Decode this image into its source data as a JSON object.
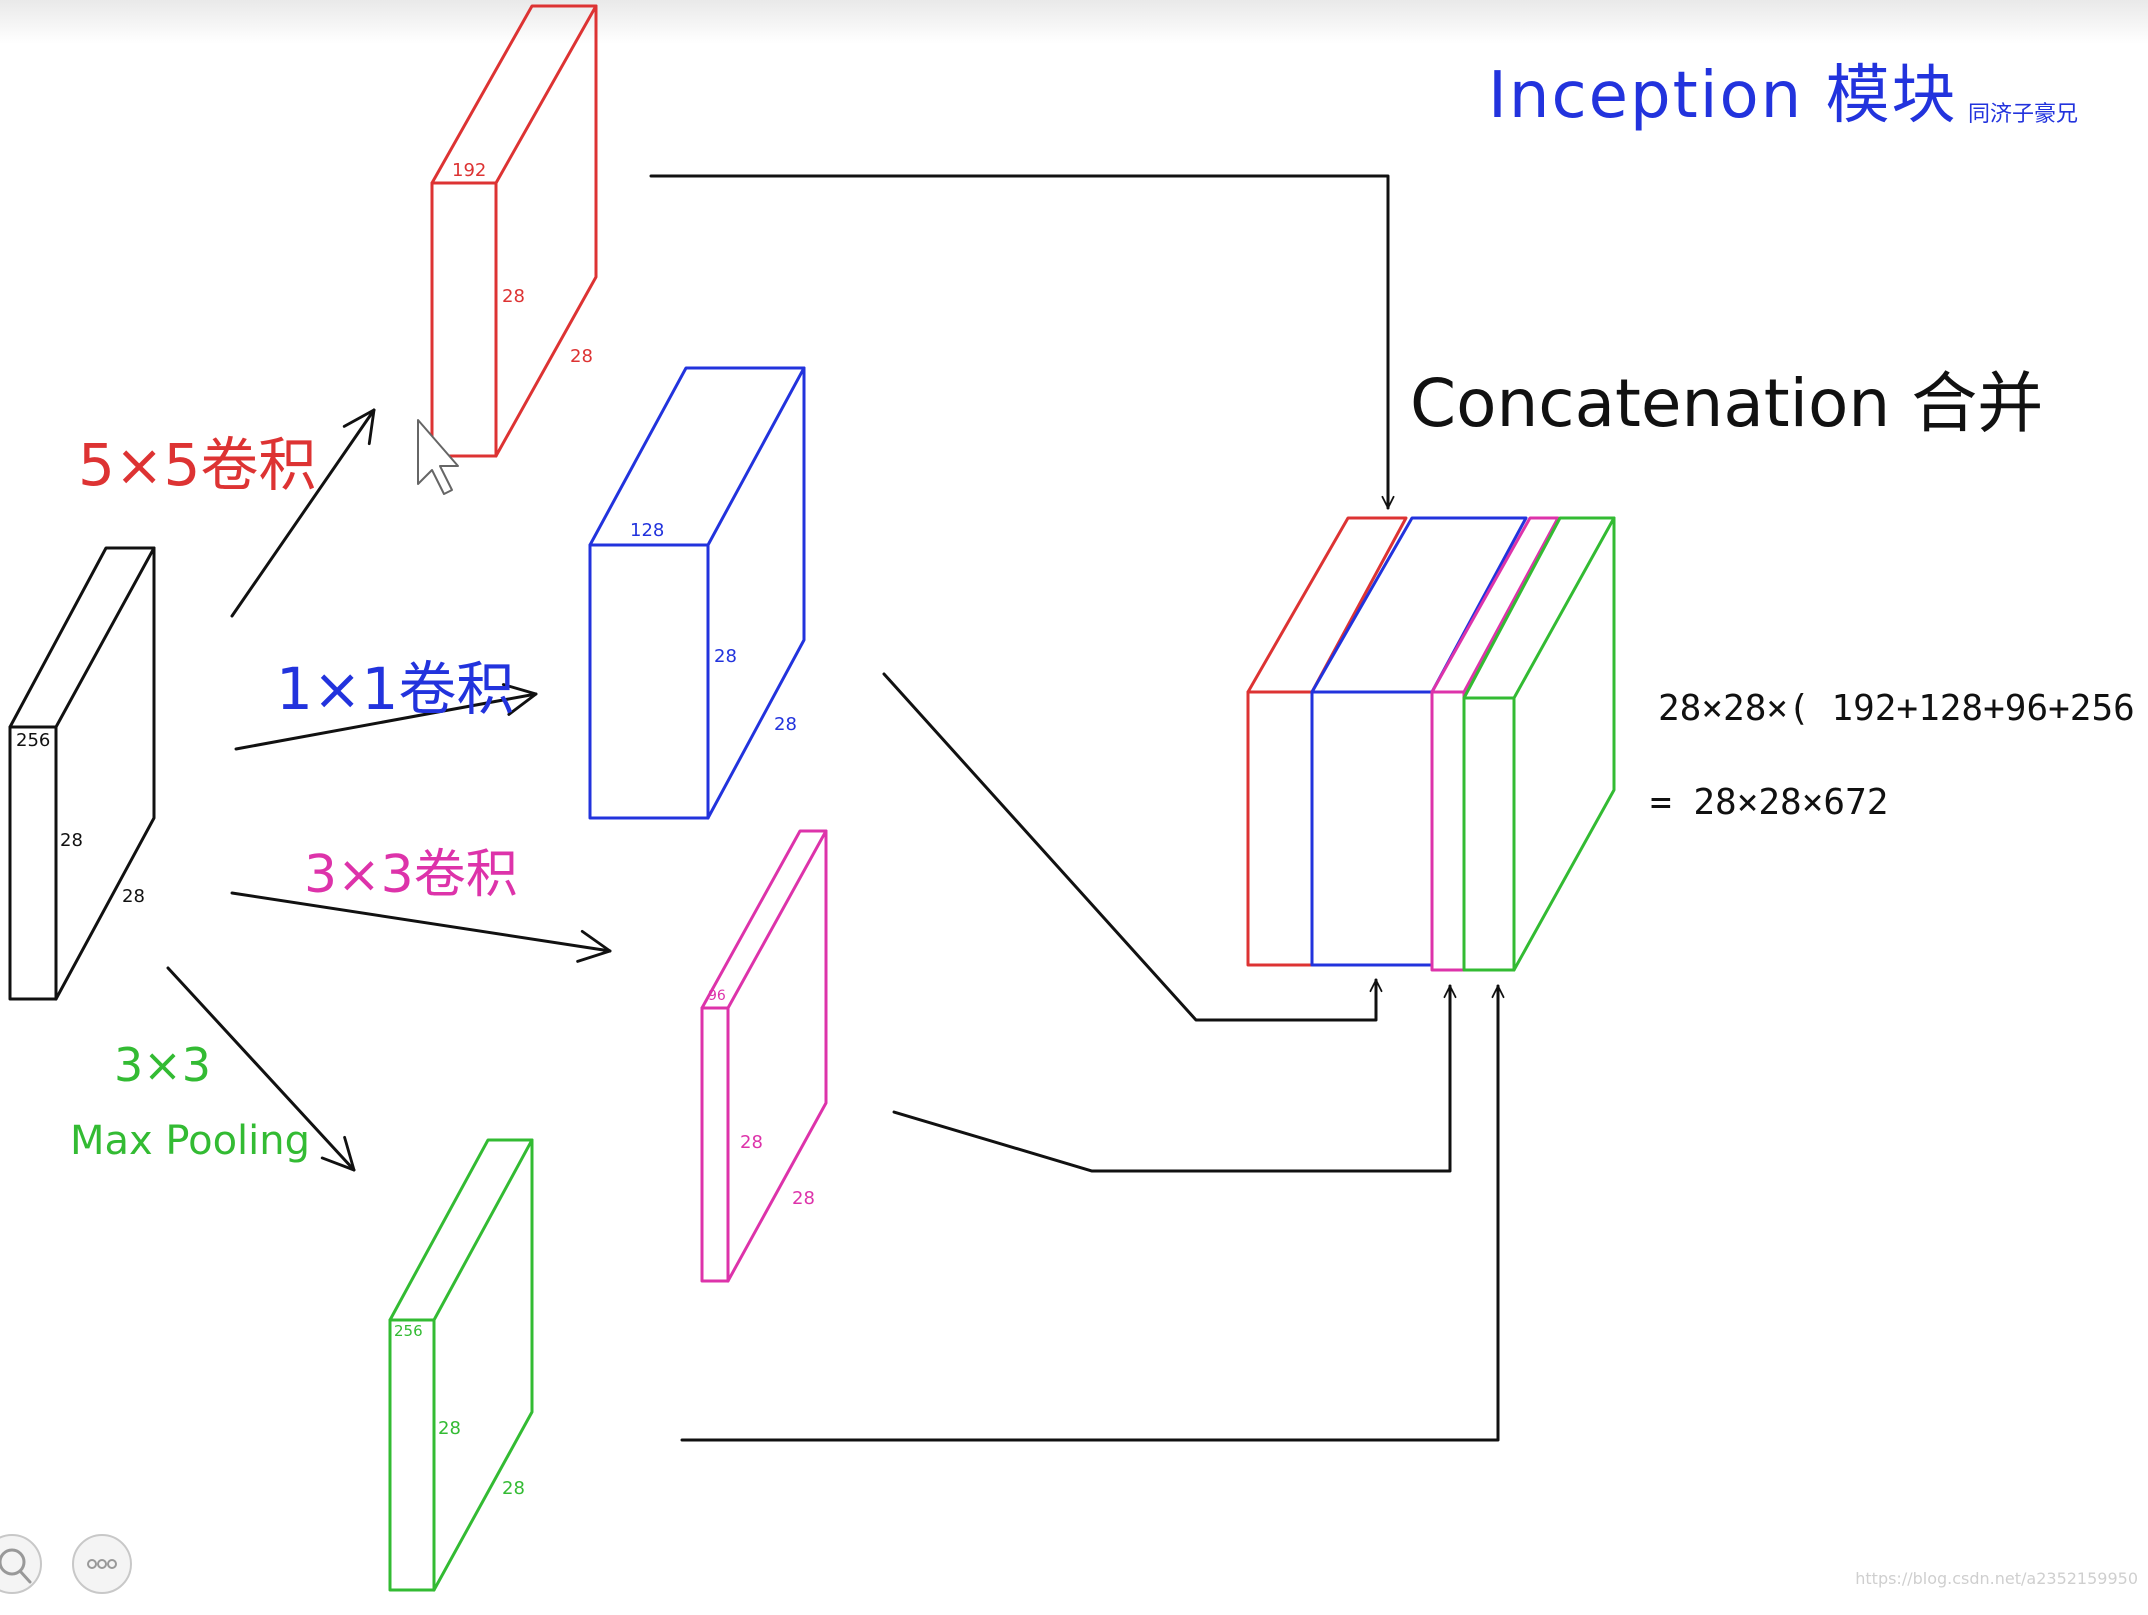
{
  "title": "Inception 模块",
  "author": "同济子豪兄",
  "concatenation_label": "Concatenation 合并",
  "formula_line1": "28×28×( 192+128+96+256 )",
  "formula_line2": "= 28×28×672",
  "branches": {
    "conv5x5": "5×5卷积",
    "conv1x1": "1×1卷积",
    "conv3x3": "3×3卷积",
    "pool_size": "3×3",
    "pool_name": "Max Pooling"
  },
  "blocks": {
    "input": {
      "depth": "256",
      "height": "28",
      "width": "28",
      "color": "#111111"
    },
    "conv5x5": {
      "depth": "192",
      "height": "28",
      "width": "28",
      "color": "#dd3333"
    },
    "conv1x1": {
      "depth": "128",
      "height": "28",
      "width": "28",
      "color": "#2233dd"
    },
    "conv3x3": {
      "depth": "96",
      "height": "28",
      "width": "28",
      "color": "#dd33aa"
    },
    "pool": {
      "depth": "256",
      "height": "28",
      "width": "28",
      "color": "#33bb33"
    }
  },
  "colors": {
    "red": "#dd3333",
    "blue": "#2233dd",
    "magenta": "#dd33aa",
    "green": "#33bb33",
    "ink": "#111111"
  },
  "icons": [
    "zoom-icon",
    "more-icon",
    "cursor-icon"
  ],
  "watermark": "https://blog.csdn.net/a2352159950"
}
